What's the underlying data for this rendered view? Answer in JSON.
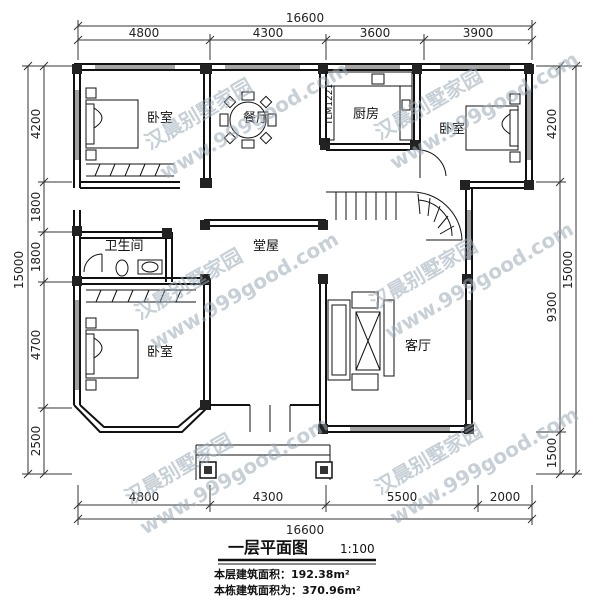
{
  "dimensions": {
    "top_total": "16600",
    "top_segments": [
      "4800",
      "4300",
      "3600",
      "3900"
    ],
    "bottom_total": "16600",
    "bottom_segments": [
      "4800",
      "4300",
      "5500",
      "2000"
    ],
    "left_total": "15000",
    "left_segments": [
      "4200",
      "1800",
      "1800",
      "4700",
      "2500"
    ],
    "right_total": "15000",
    "right_segments": [
      "4200",
      "9300",
      "1500"
    ]
  },
  "rooms": {
    "bedroom_nw": "卧室",
    "dining": "餐厅",
    "kitchen": "厨房",
    "bedroom_ne": "卧室",
    "bathroom": "卫生间",
    "hall": "堂屋",
    "living": "客厅",
    "bedroom_sw": "卧室"
  },
  "window_tag": "TLM1221",
  "watermark": {
    "brand": "汉晨别墅家园",
    "url": "www.999good.com"
  },
  "title": "一层平面图",
  "scale": "1:100",
  "floor_area": "本层建筑面积：192.38m²",
  "total_area": "本栋建筑面积为：370.96m²"
}
